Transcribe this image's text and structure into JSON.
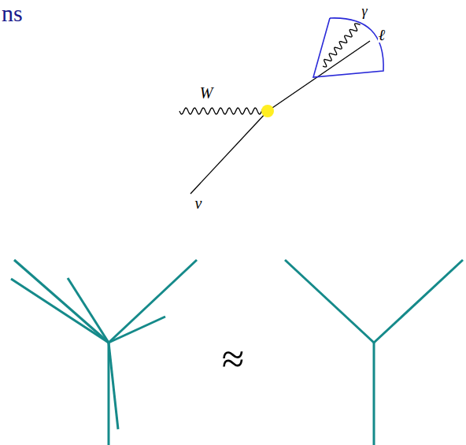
{
  "diagram": {
    "title": "ns",
    "labels": [
      "W",
      "ν",
      "γ",
      "ℓ",
      "≈"
    ]
  }
}
